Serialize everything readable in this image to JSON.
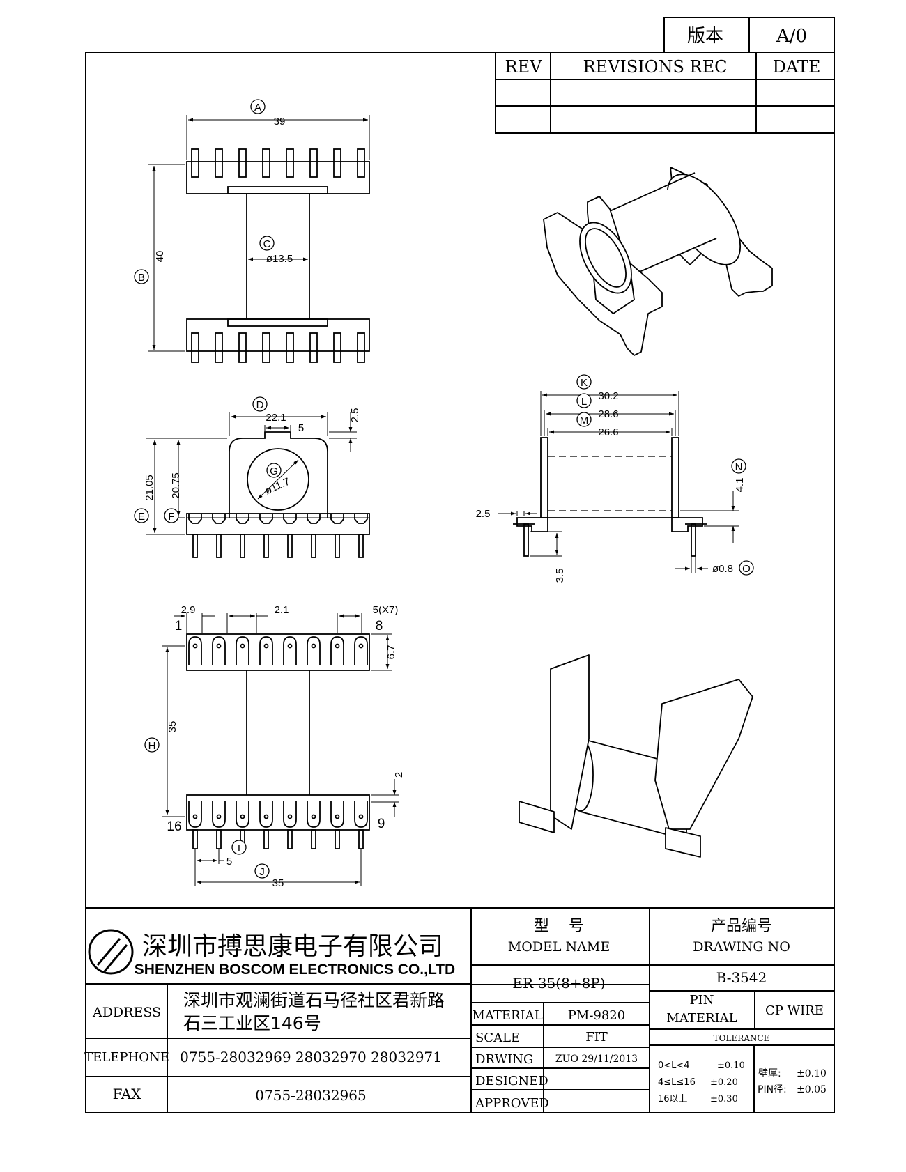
{
  "version_box": {
    "label": "版本",
    "value": "A/0"
  },
  "revision_table": {
    "headers": {
      "rev": "REV",
      "rec": "REVISIONS REC",
      "date": "DATE"
    }
  },
  "top_view": {
    "dim_A": {
      "letter": "A",
      "value": "39"
    },
    "dim_B": {
      "letter": "B",
      "value": "40"
    },
    "dim_C": {
      "letter": "C",
      "value": "ø13.5"
    }
  },
  "front_view": {
    "dim_D": {
      "letter": "D",
      "value": "22.1"
    },
    "slot_width": "5",
    "slot_depth": "2.5",
    "dim_E": {
      "letter": "E",
      "value": "21.05"
    },
    "dim_F": {
      "letter": "F",
      "value": "20.75"
    },
    "dim_G": {
      "letter": "G",
      "value": "ø11.7"
    }
  },
  "side_view": {
    "dim_K": {
      "letter": "K",
      "value": "30.2"
    },
    "dim_L": {
      "letter": "L",
      "value": "28.6"
    },
    "dim_M": {
      "letter": "M",
      "value": "26.6"
    },
    "dim_N": {
      "letter": "N",
      "value": "4.1"
    },
    "dim_O": {
      "letter": "O",
      "value": "ø0.8"
    },
    "flange": "2.5",
    "pin_len": "3.5"
  },
  "bottom_view": {
    "dim_edge": "2.9",
    "dim_pin_slot": "2.1",
    "dim_pitch_note": "5(X7)",
    "dim_67": "6.7",
    "dim_H": {
      "letter": "H",
      "value": "35"
    },
    "dim_2": "2",
    "dim_I": {
      "letter": "I",
      "value": "5"
    },
    "dim_J": {
      "letter": "J",
      "value": "35"
    },
    "pin_labels": {
      "p1": "1",
      "p8": "8",
      "p16": "16",
      "p9": "9"
    }
  },
  "title_block": {
    "company_cn": "深圳市搏思康电子有限公司",
    "company_en": "SHENZHEN BOSCOM ELECTRONICS CO.,LTD",
    "address_label": "ADDRESS",
    "address_line1": "深圳市观澜街道石马径社区君新路",
    "address_line2": "石三工业区146号",
    "telephone_label": "TELEPHONE",
    "telephone": "0755-28032969 28032970 28032971",
    "fax_label": "FAX",
    "fax": "0755-28032965",
    "model_cn": "型    号",
    "model_en": "MODEL NAME",
    "model_value": "ER-35(8+8P)",
    "drawing_cn": "产品编号",
    "drawing_en": "DRAWING NO",
    "drawing_value": "B-3542",
    "material_label": "MATERIAL",
    "material_value": "PM-9820",
    "scale_label": "SCALE",
    "scale_value": "FIT",
    "drwing_label": "DRWING",
    "drwing_value": "ZUO 29/11/2013",
    "designed_label": "DESIGNED",
    "approved_label": "APPROVED",
    "pin_material_line1": "PIN",
    "pin_material_line2": "MATERIAL",
    "pin_material_value": "CP WIRE",
    "tolerance_label": "TOLERANCE",
    "tol_row1_range": "0<L<4",
    "tol_row1_value": "±0.10",
    "tol_row2_range": "4≤L≤16",
    "tol_row2_value": "±0.20",
    "tol_row3_range": "16以上",
    "tol_row3_value": "±0.30",
    "wall_label": "壁厚:",
    "wall_value": "±0.10",
    "pin_dia_label": "PIN径:",
    "pin_dia_value": "±0.05"
  }
}
